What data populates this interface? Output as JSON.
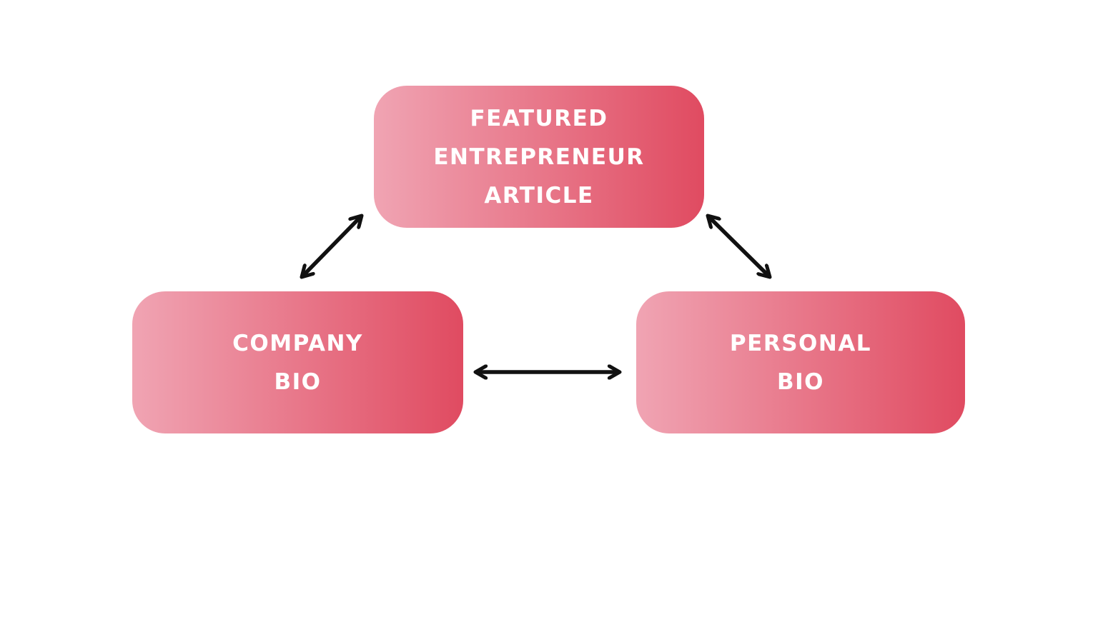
{
  "diagram": {
    "nodes": [
      {
        "id": "featured-entrepreneur-article",
        "lines": [
          "FEATURED",
          "ENTREPRENEUR",
          "ARTICLE"
        ]
      },
      {
        "id": "company-bio",
        "lines": [
          "COMPANY",
          "BIO"
        ]
      },
      {
        "id": "personal-bio",
        "lines": [
          "PERSONAL",
          "BIO"
        ]
      }
    ],
    "connections": [
      {
        "from": "company-bio",
        "to": "featured-entrepreneur-article",
        "bidirectional": true
      },
      {
        "from": "personal-bio",
        "to": "featured-entrepreneur-article",
        "bidirectional": true
      },
      {
        "from": "company-bio",
        "to": "personal-bio",
        "bidirectional": true
      }
    ]
  },
  "colors": {
    "background": "#FFFFFF",
    "node_gradient_start": "#F0A4B3",
    "node_gradient_end": "#E04B61",
    "node_text": "#FFFFFF",
    "arrow": "#111111"
  }
}
